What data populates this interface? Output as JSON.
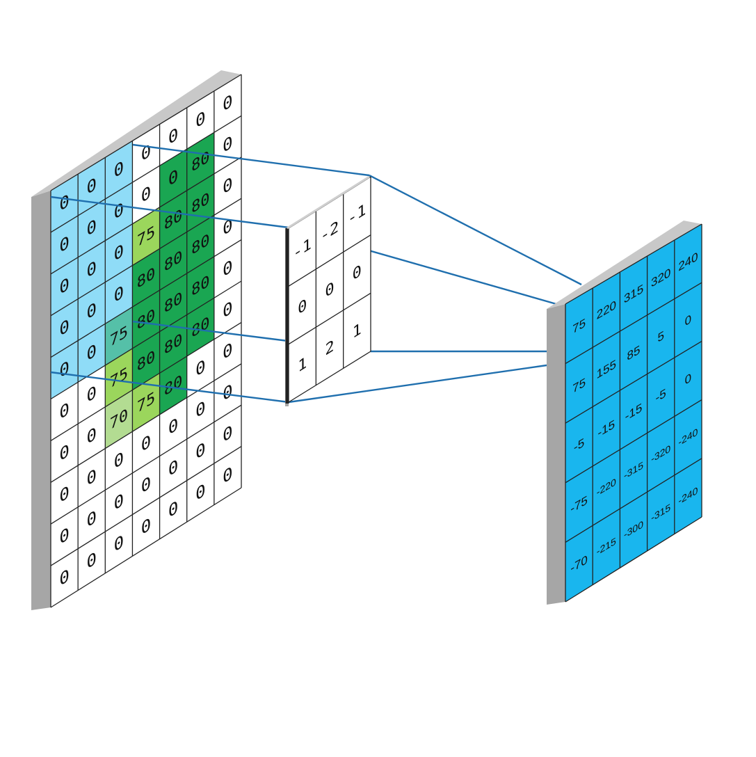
{
  "colors": {
    "background": "#ffffff",
    "frame_edge": "#a6a6a6",
    "frame_top": "#c8c8c8",
    "grid_line": "#222222",
    "receptive_field": "#8fdcf7",
    "overlap_teal": "#55c0a8",
    "light_green": "#9bd65c",
    "pale_green": "#b3dc92",
    "dark_green": "#1aa652",
    "output_fill": "#19b6ee",
    "connector": "#1f6fae",
    "kernel_edge": "#222222"
  },
  "input_grid": {
    "rows": [
      [
        "0",
        "0",
        "0",
        "0",
        "0",
        "0",
        "0"
      ],
      [
        "0",
        "0",
        "0",
        "0",
        "0",
        "80",
        "0"
      ],
      [
        "0",
        "0",
        "0",
        "75",
        "80",
        "80",
        "0"
      ],
      [
        "0",
        "0",
        "0",
        "80",
        "80",
        "80",
        "0"
      ],
      [
        "0",
        "0",
        "75",
        "80",
        "80",
        "80",
        "0"
      ],
      [
        "0",
        "0",
        "75",
        "80",
        "80",
        "80",
        "0"
      ],
      [
        "0",
        "0",
        "70",
        "75",
        "80",
        "0",
        "0"
      ],
      [
        "0",
        "0",
        "0",
        "0",
        "0",
        "0",
        "0"
      ],
      [
        "0",
        "0",
        "0",
        "0",
        "0",
        "0",
        "0"
      ],
      [
        "0",
        "0",
        "0",
        "0",
        "0",
        "0",
        "0"
      ]
    ],
    "highlights": [
      [
        "blue",
        "blue",
        "blue",
        "white",
        "white",
        "white",
        "white"
      ],
      [
        "blue",
        "blue",
        "blue",
        "white",
        "dark",
        "dark",
        "white"
      ],
      [
        "blue",
        "blue",
        "blue",
        "light",
        "dark",
        "dark",
        "white"
      ],
      [
        "blue",
        "blue",
        "blue",
        "dark",
        "dark",
        "dark",
        "white"
      ],
      [
        "blue",
        "blue",
        "teal",
        "dark",
        "dark",
        "dark",
        "white"
      ],
      [
        "white",
        "white",
        "light",
        "dark",
        "dark",
        "dark",
        "white"
      ],
      [
        "white",
        "white",
        "pale",
        "light",
        "dark",
        "white",
        "white"
      ],
      [
        "white",
        "white",
        "white",
        "white",
        "white",
        "white",
        "white"
      ],
      [
        "white",
        "white",
        "white",
        "white",
        "white",
        "white",
        "white"
      ],
      [
        "white",
        "white",
        "white",
        "white",
        "white",
        "white",
        "white"
      ]
    ]
  },
  "kernel": {
    "rows": [
      [
        "-1",
        "-2",
        "-1"
      ],
      [
        "0",
        "0",
        "0"
      ],
      [
        "1",
        "2",
        "1"
      ]
    ]
  },
  "output_grid": {
    "rows": [
      [
        "75",
        "220",
        "315",
        "320",
        "240"
      ],
      [
        "75",
        "155",
        "85",
        "5",
        "0"
      ],
      [
        "-5",
        "-15",
        "-15",
        "-5",
        "0"
      ],
      [
        "-75",
        "-220",
        "-315",
        "-320",
        "-240"
      ],
      [
        "-70",
        "-215",
        "-300",
        "-315",
        "-240"
      ]
    ]
  }
}
